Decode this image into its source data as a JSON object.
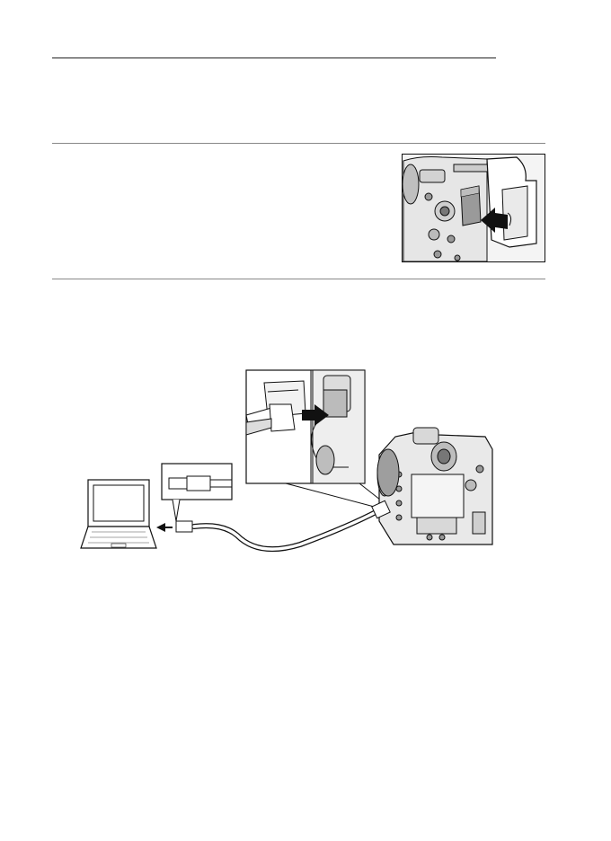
{
  "page": {
    "sections": [
      {
        "id": "header-rule"
      },
      {
        "id": "step-insert-card"
      },
      {
        "id": "step-connect-cable"
      }
    ]
  },
  "figures": {
    "insert_card": {
      "icon": "memory-card-insert-illustration"
    },
    "connect_cable": {
      "icon": "camera-laptop-ethernet-illustration"
    }
  }
}
